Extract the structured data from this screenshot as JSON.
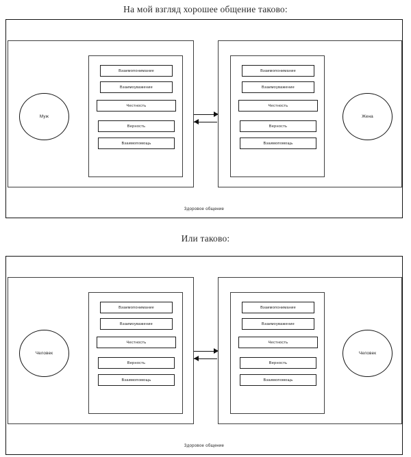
{
  "page": {
    "background": "#ffffff",
    "line_color": "#111111",
    "panel_border_color": "#3d3d3d"
  },
  "diagrams": [
    {
      "title": "На мой взгляд хорошее общение таково:",
      "left": {
        "actor": "Муж",
        "values": [
          "Взаимопонимание",
          "Взаимоуважение",
          "Честность",
          "Верность",
          "Взаимопомощь"
        ]
      },
      "right": {
        "actor": "Жена",
        "values": [
          "Взаимопонимание",
          "Взаимоуважение",
          "Честность",
          "Верность",
          "Взаимопомощь"
        ]
      },
      "connector": {
        "top_arrow_direction": "right",
        "bottom_arrow_direction": "left"
      },
      "caption": "Здоровое общение"
    },
    {
      "title": "Или таково:",
      "left": {
        "actor": "Человек",
        "values": [
          "Взаимопонимание",
          "Взаимоуважение",
          "Честность",
          "Верность",
          "Взаимопомощь"
        ]
      },
      "right": {
        "actor": "Человек",
        "values": [
          "Взаимопонимание",
          "Взаимоуважение",
          "Честность",
          "Верность",
          "Взаимопомощь"
        ]
      },
      "connector": {
        "top_arrow_direction": "right",
        "bottom_arrow_direction": "left"
      },
      "caption": "Здоровое общение"
    }
  ]
}
